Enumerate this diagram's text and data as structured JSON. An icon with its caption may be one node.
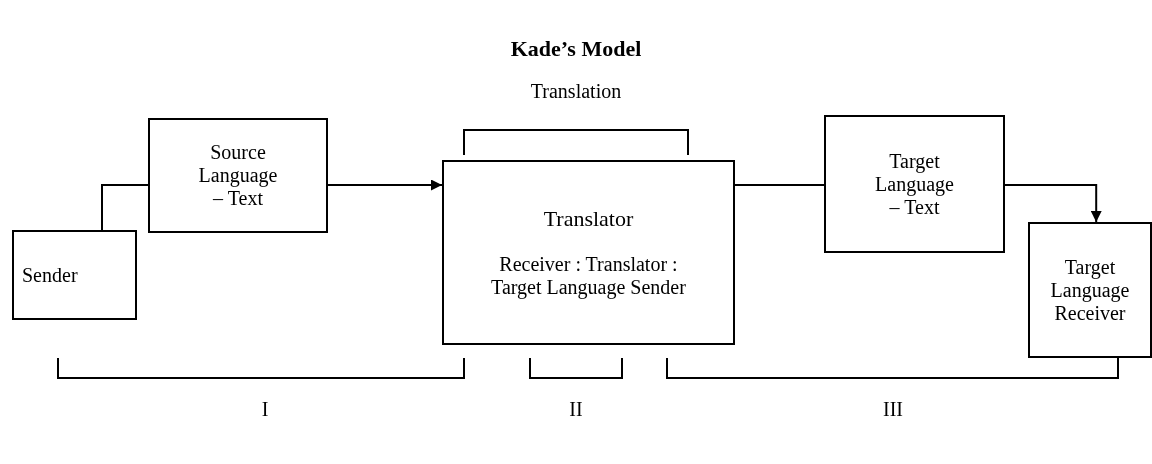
{
  "diagram": {
    "title": "Kade’s Model",
    "nodes": [
      {
        "text": [
          "Sender"
        ]
      },
      {
        "text": [
          "Source Language – Text"
        ]
      },
      {
        "text": [
          "Translator",
          "Receiver : Translator : Target Language Sender"
        ]
      },
      {
        "text": [
          "Target Language – Text"
        ]
      },
      {
        "text": [
          "Target Language Receiver"
        ]
      }
    ],
    "edges": [
      {
        "from": 0,
        "to": 1,
        "arrow": "none"
      },
      {
        "from": 1,
        "to": 2,
        "arrow": "to"
      },
      {
        "from": 2,
        "to": 3,
        "arrow": "none"
      },
      {
        "from": 3,
        "to": 4,
        "arrow": "to"
      }
    ],
    "labels": [
      "Translation",
      "I",
      "II",
      "III"
    ]
  }
}
